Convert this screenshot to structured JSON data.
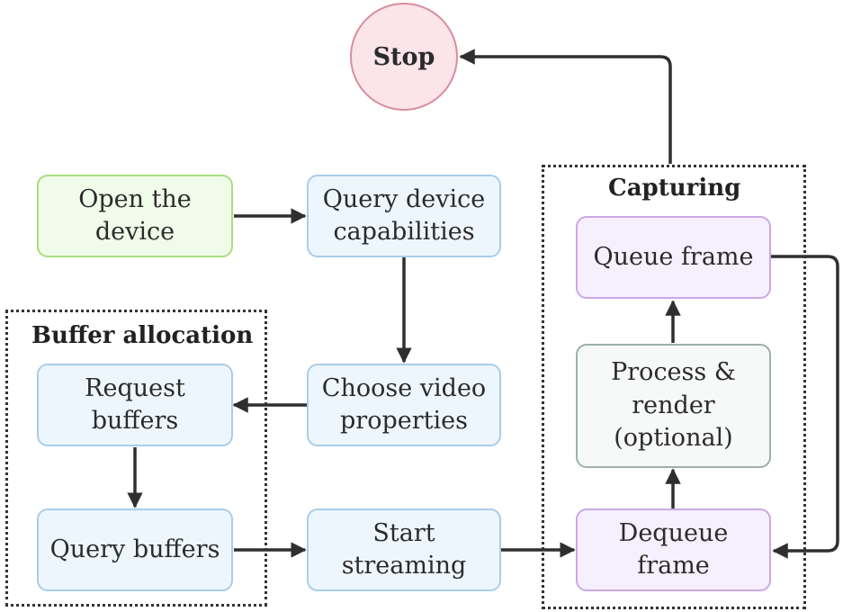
{
  "nodes": {
    "stop": "Stop",
    "open_device": "Open the\ndevice",
    "query_capabilities": "Query device\ncapabilities",
    "choose_properties": "Choose video\nproperties",
    "request_buffers": "Request buffers",
    "query_buffers": "Query buffers",
    "start_streaming": "Start streaming",
    "queue_frame": "Queue frame",
    "process_render": "Process &\nrender\n(optional)",
    "dequeue_frame": "Dequeue frame"
  },
  "groups": {
    "buffer_allocation": "Buffer allocation",
    "capturing": "Capturing"
  },
  "colors": {
    "start_fill": "#f1fbe9",
    "start_border": "#a9df7f",
    "step_fill": "#eef6fd",
    "step_border": "#a9cde9",
    "capture_fill": "#f6effd",
    "capture_border": "#c9a8e6",
    "optional_fill": "#f6f9f7",
    "optional_border": "#9fb0a8",
    "stop_fill": "#fbe4ea",
    "stop_border": "#d98d9e",
    "edge": "#2f2f2f"
  },
  "edges": [
    {
      "from": "open_device",
      "to": "query_capabilities"
    },
    {
      "from": "query_capabilities",
      "to": "choose_properties"
    },
    {
      "from": "choose_properties",
      "to": "request_buffers"
    },
    {
      "from": "request_buffers",
      "to": "query_buffers"
    },
    {
      "from": "query_buffers",
      "to": "start_streaming"
    },
    {
      "from": "start_streaming",
      "to": "dequeue_frame"
    },
    {
      "from": "dequeue_frame",
      "to": "process_render"
    },
    {
      "from": "process_render",
      "to": "queue_frame"
    },
    {
      "from": "queue_frame",
      "to": "dequeue_frame"
    },
    {
      "from": "capturing",
      "to": "stop"
    }
  ]
}
